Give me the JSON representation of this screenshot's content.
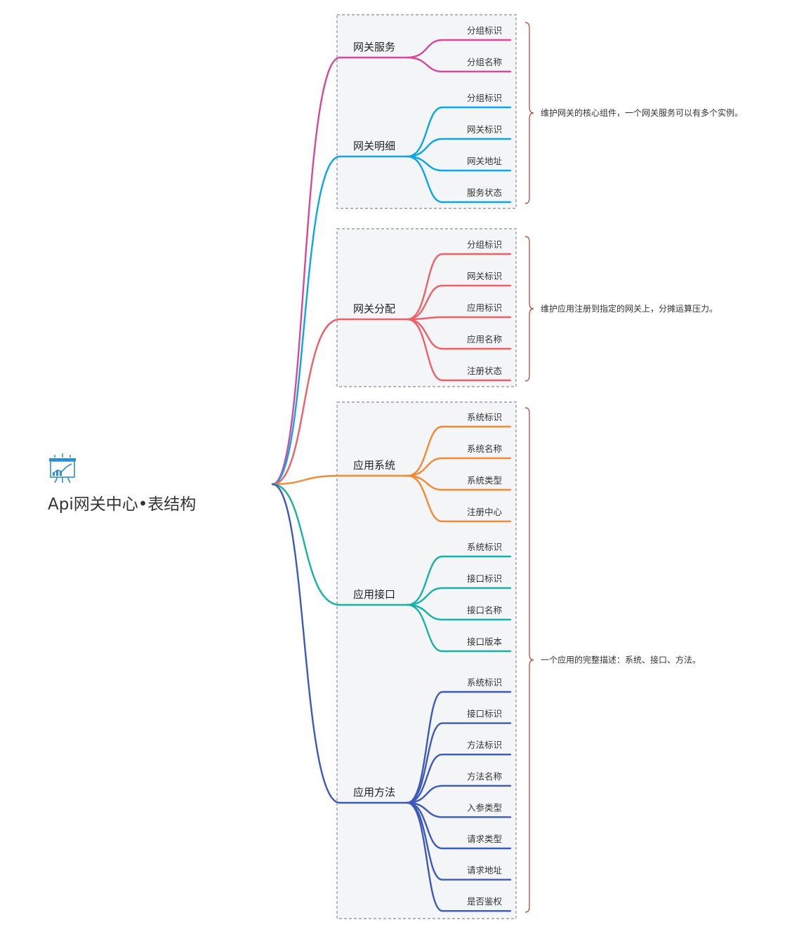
{
  "root": {
    "title": "Api网关中心•表结构",
    "icon": "presentation-chart-icon"
  },
  "colors": {
    "gateway_service": "#d9479b",
    "gateway_detail": "#0aa5ea",
    "gateway_assign": "#ef5f68",
    "app_system": "#f28a34",
    "app_interface": "#17b1a7",
    "app_method": "#3d59b9",
    "brace": "#c0392b"
  },
  "groups": [
    {
      "id": "gateway",
      "note": "维护网关的核心组件，一个网关服务可以有多个实例。",
      "branches": [
        {
          "key": "gateway_service",
          "label": "网关服务",
          "fields": [
            "分组标识",
            "分组名称"
          ]
        },
        {
          "key": "gateway_detail",
          "label": "网关明细",
          "fields": [
            "分组标识",
            "网关标识",
            "网关地址",
            "服务状态"
          ]
        }
      ]
    },
    {
      "id": "assign",
      "note": "维护应用注册到指定的网关上，分摊运算压力。",
      "branches": [
        {
          "key": "gateway_assign",
          "label": "网关分配",
          "fields": [
            "分组标识",
            "网关标识",
            "应用标识",
            "应用名称",
            "注册状态"
          ]
        }
      ]
    },
    {
      "id": "application",
      "note": "一个应用的完整描述：系统、接口、方法。",
      "branches": [
        {
          "key": "app_system",
          "label": "应用系统",
          "fields": [
            "系统标识",
            "系统名称",
            "系统类型",
            "注册中心"
          ]
        },
        {
          "key": "app_interface",
          "label": "应用接口",
          "fields": [
            "系统标识",
            "接口标识",
            "接口名称",
            "接口版本"
          ]
        },
        {
          "key": "app_method",
          "label": "应用方法",
          "fields": [
            "系统标识",
            "接口标识",
            "方法标识",
            "方法名称",
            "入参类型",
            "请求类型",
            "请求地址",
            "是否鉴权"
          ]
        }
      ]
    }
  ]
}
